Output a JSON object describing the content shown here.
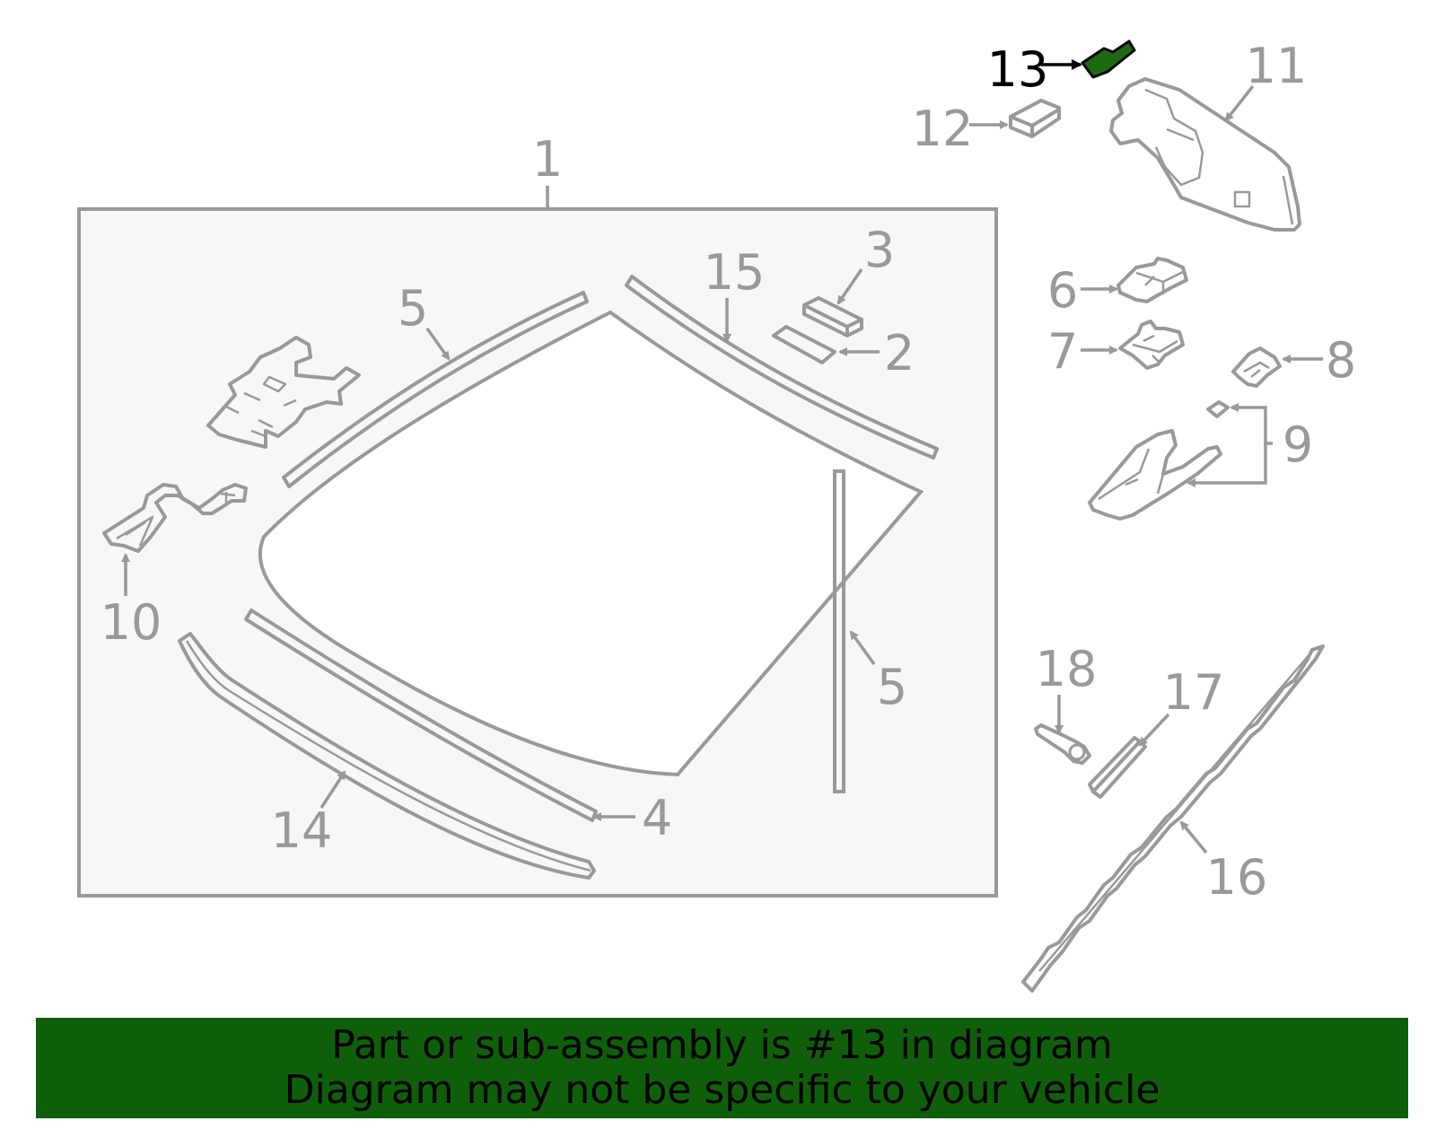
{
  "callouts": {
    "n1": "1",
    "n2": "2",
    "n3": "3",
    "n4": "4",
    "n5a": "5",
    "n5b": "5",
    "n6": "6",
    "n7": "7",
    "n8": "8",
    "n9": "9",
    "n10": "10",
    "n11": "11",
    "n12": "12",
    "n13": "13",
    "n14": "14",
    "n15": "15",
    "n16": "16",
    "n17": "17",
    "n18": "18"
  },
  "highlighted_part": "13",
  "colors": {
    "line": "#999999",
    "assembly_fill": "#f7f7f7",
    "highlight_part": "#1d6a12",
    "banner": "#0f5f0a",
    "banner_text": "#000000"
  },
  "banner": {
    "line1": "Part or sub-assembly is #13 in diagram",
    "line2": "Diagram may not be specific to your vehicle"
  }
}
